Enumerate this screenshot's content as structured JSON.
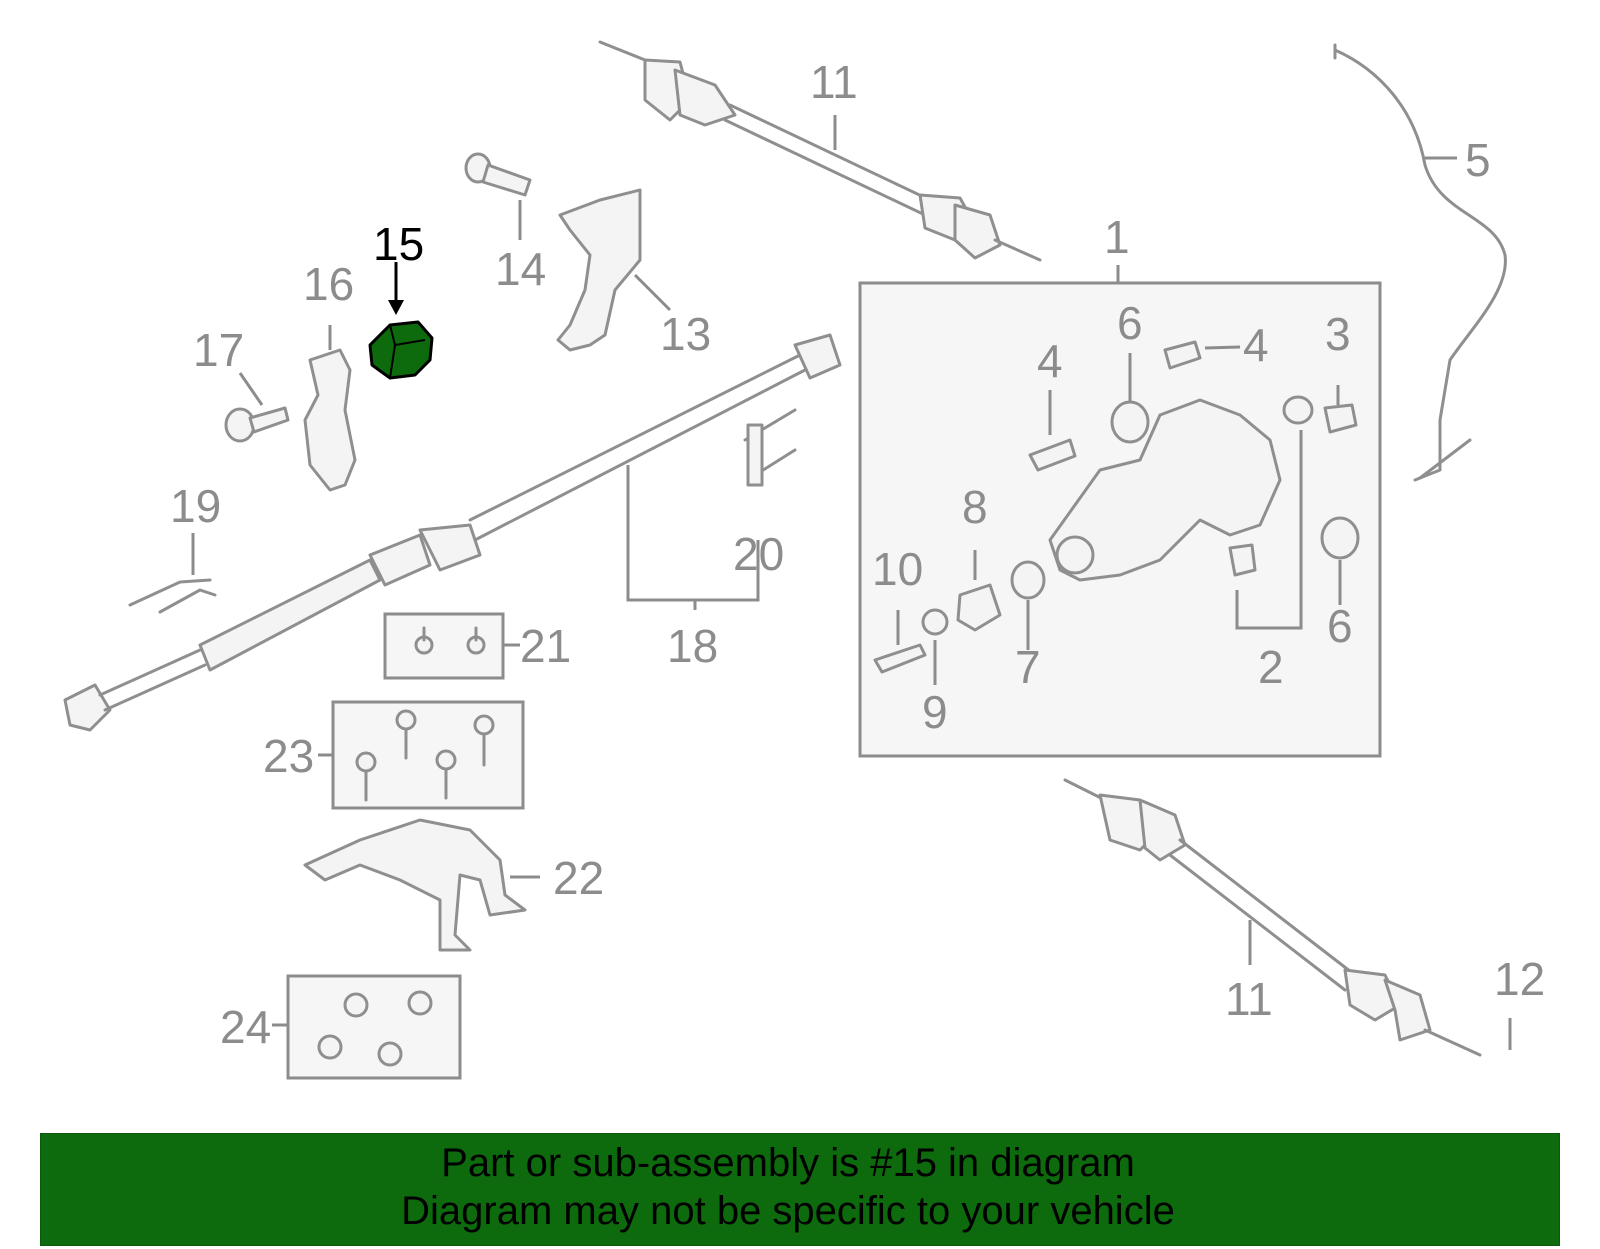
{
  "diagram": {
    "highlight_color": "#0d6b0d",
    "line_color": "#8f8f8f",
    "highlighted_part": "15",
    "callouts": {
      "c1": "1",
      "c2": "2",
      "c3": "3",
      "c4a": "4",
      "c4b": "4",
      "c5": "5",
      "c6a": "6",
      "c6b": "6",
      "c7": "7",
      "c8": "8",
      "c9": "9",
      "c10": "10",
      "c11a": "11",
      "c11b": "11",
      "c12": "12",
      "c13": "13",
      "c14": "14",
      "c15": "15",
      "c16": "16",
      "c17": "17",
      "c18": "18",
      "c19": "19",
      "c20": "20",
      "c21": "21",
      "c22": "22",
      "c23": "23",
      "c24": "24"
    }
  },
  "banner": {
    "background": "#0d6b0d",
    "line1": "Part or sub-assembly is #15 in diagram",
    "line2": "Diagram may not be specific to your vehicle"
  }
}
